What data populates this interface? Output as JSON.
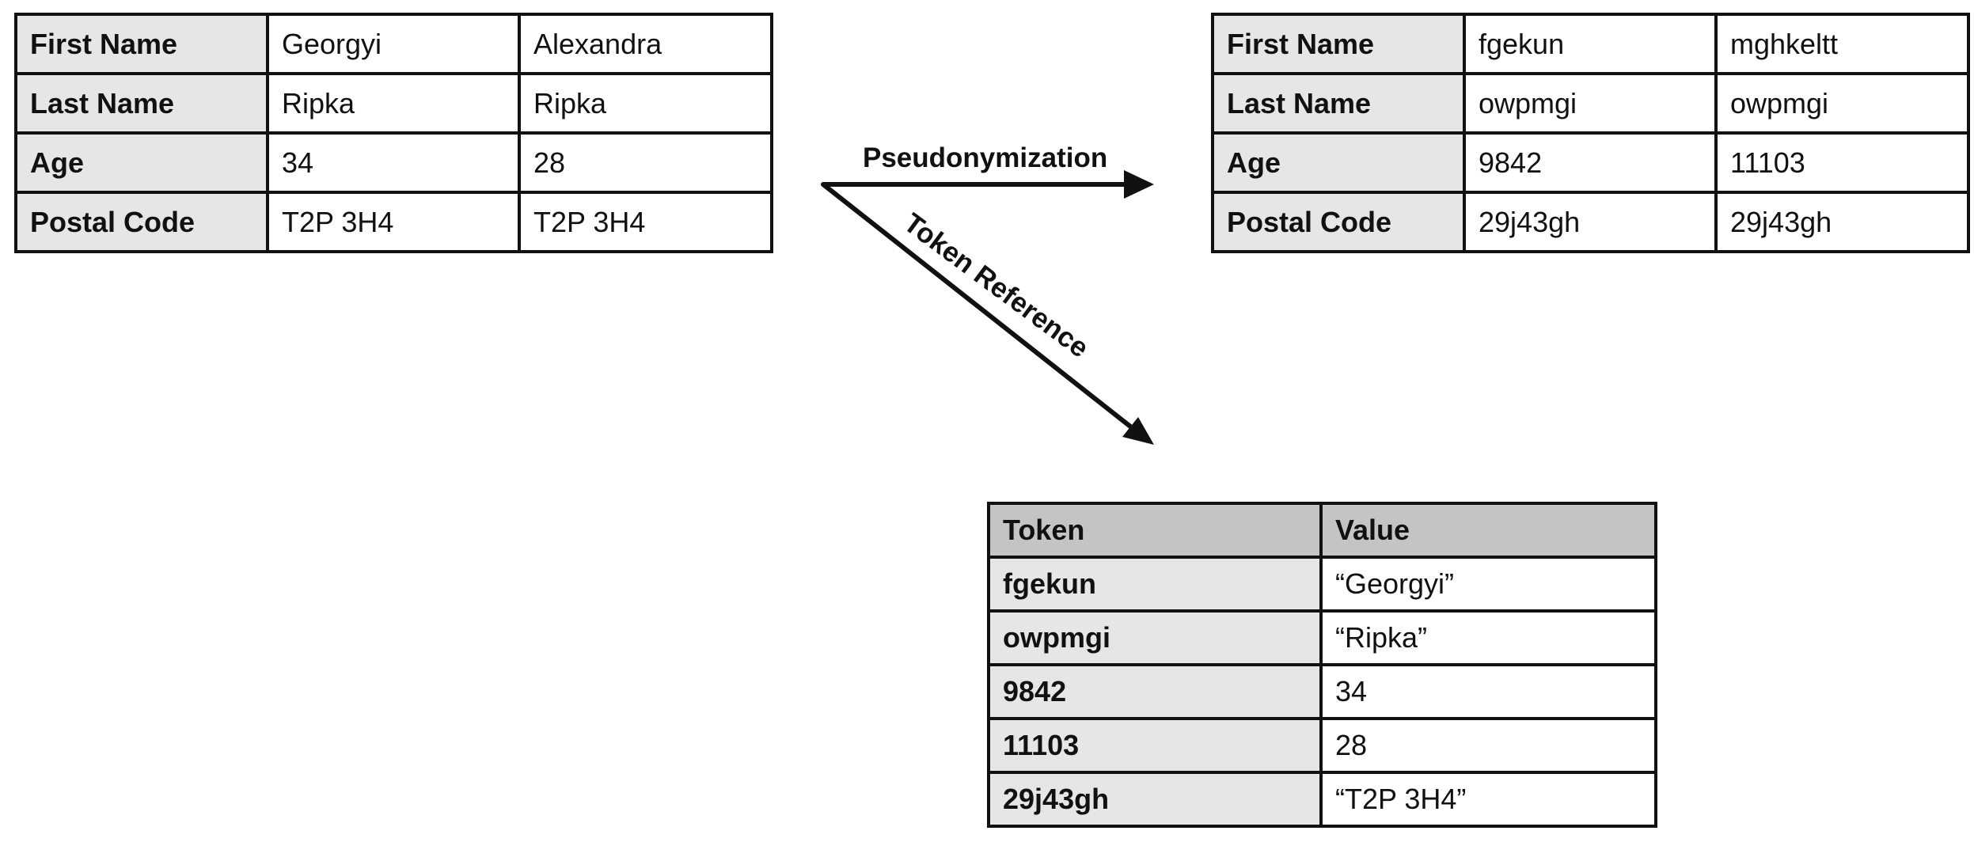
{
  "original_table": {
    "rows": [
      {
        "label": "First Name",
        "values": [
          "Georgyi",
          "Alexandra"
        ]
      },
      {
        "label": "Last Name",
        "values": [
          "Ripka",
          "Ripka"
        ]
      },
      {
        "label": "Age",
        "values": [
          "34",
          "28"
        ]
      },
      {
        "label": "Postal Code",
        "values": [
          "T2P 3H4",
          "T2P 3H4"
        ]
      }
    ]
  },
  "pseudonymized_table": {
    "rows": [
      {
        "label": "First Name",
        "values": [
          "fgekun",
          "mghkeltt"
        ]
      },
      {
        "label": "Last Name",
        "values": [
          "owpmgi",
          "owpmgi"
        ]
      },
      {
        "label": "Age",
        "values": [
          "9842",
          "11103"
        ]
      },
      {
        "label": "Postal Code",
        "values": [
          "29j43gh",
          "29j43gh"
        ]
      }
    ]
  },
  "token_table": {
    "headers": [
      "Token",
      "Value"
    ],
    "rows": [
      {
        "token": "fgekun",
        "value": "“Georgyi”"
      },
      {
        "token": "owpmgi",
        "value": "“Ripka”"
      },
      {
        "token": "9842",
        "value": "34"
      },
      {
        "token": "11103",
        "value": "28"
      },
      {
        "token": "29j43gh",
        "value": "“T2P 3H4”"
      }
    ]
  },
  "arrows": {
    "pseudonymization_label": "Pseudonymization",
    "token_reference_label": "Token Reference",
    "color": "#111111"
  },
  "colors": {
    "row_label_fill": "#e6e6e6",
    "header_fill": "#c4c4c4",
    "border": "#111111"
  }
}
